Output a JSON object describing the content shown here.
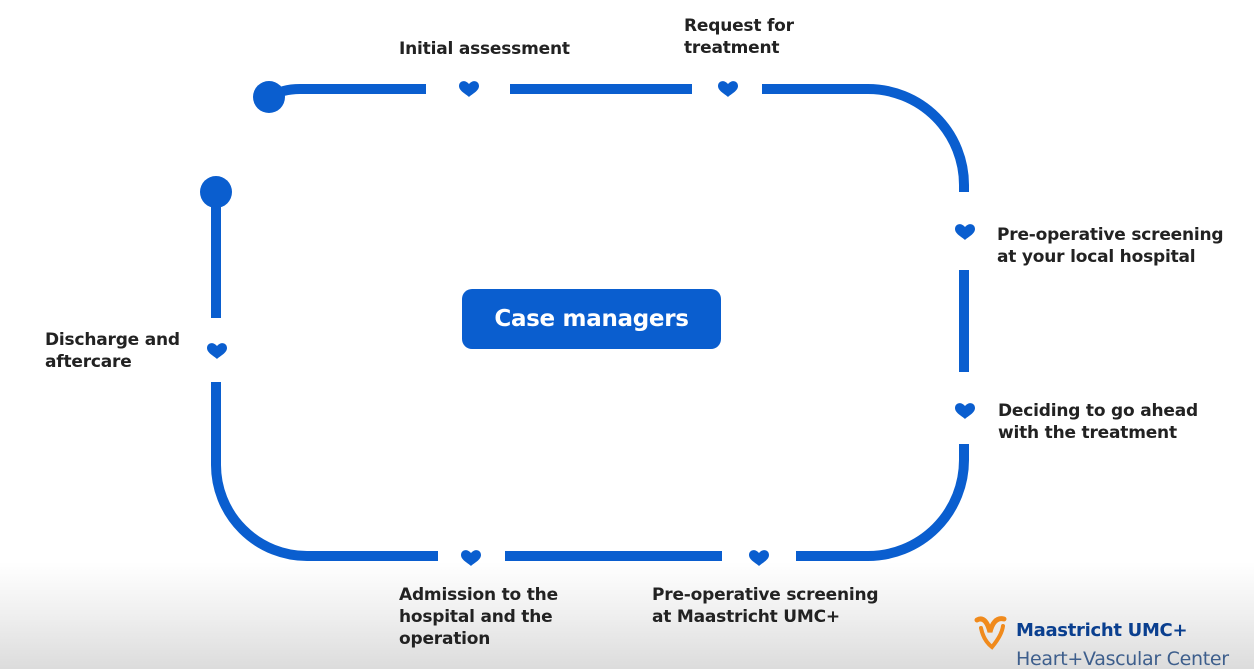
{
  "diagram": {
    "center_label": "Case managers",
    "steps": [
      {
        "id": "initial-assessment",
        "label": "Initial assessment"
      },
      {
        "id": "request-for-treatment",
        "label": "Request for\ntreatment"
      },
      {
        "id": "pre-op-local",
        "label": "Pre-operative screening\nat your local hospital"
      },
      {
        "id": "deciding",
        "label": "Deciding to go ahead\nwith the treatment"
      },
      {
        "id": "pre-op-maastricht",
        "label": "Pre-operative screening\nat Maastricht UMC+"
      },
      {
        "id": "admission",
        "label": "Admission to the\nhospital and the\noperation"
      },
      {
        "id": "discharge",
        "label": "Discharge and\naftercare"
      }
    ],
    "colors": {
      "line": "#0a5ecf",
      "box": "#0a5ecf",
      "text": "#222222"
    },
    "icons": {
      "step_marker": "heart-icon",
      "path_endpoint": "dot-icon"
    }
  },
  "branding": {
    "name": "Maastricht UMC+",
    "subtitle": "Heart+Vascular Center",
    "logo_icon": "heart-logo-icon",
    "colors": {
      "name": "#0a3f8f",
      "subtitle": "#3d5e8c",
      "logo_mark": "#f08a1c"
    }
  }
}
